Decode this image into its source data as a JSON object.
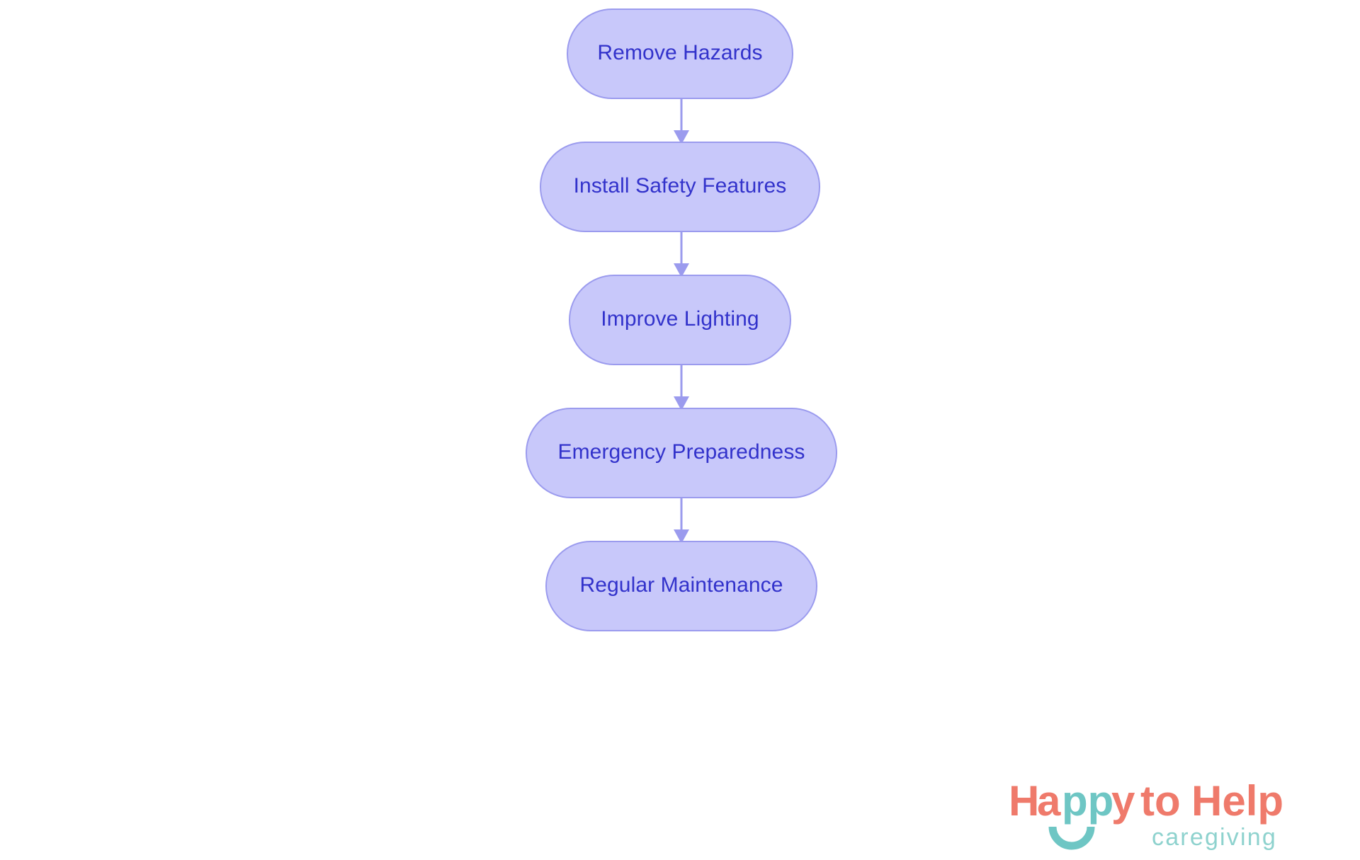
{
  "diagram": {
    "type": "flowchart",
    "orientation": "top-to-bottom",
    "background_color": "#ffffff",
    "node_fill": "#c8c8fa",
    "node_border": "#9b9bee",
    "node_text_color": "#3232cb",
    "edge_color": "#9b9bee",
    "nodes": [
      {
        "id": "n1",
        "label": "Remove Hazards"
      },
      {
        "id": "n2",
        "label": "Install Safety Features"
      },
      {
        "id": "n3",
        "label": "Improve Lighting"
      },
      {
        "id": "n4",
        "label": "Emergency Preparedness"
      },
      {
        "id": "n5",
        "label": "Regular Maintenance"
      }
    ],
    "edges": [
      {
        "from": "n1",
        "to": "n2"
      },
      {
        "from": "n2",
        "to": "n3"
      },
      {
        "from": "n3",
        "to": "n4"
      },
      {
        "from": "n4",
        "to": "n5"
      }
    ]
  },
  "logo": {
    "word_happy_h": "H",
    "word_happy_a": "a",
    "word_happy_pp": "pp",
    "word_happy_y": "y",
    "word_to": "to",
    "word_help": "Help",
    "tagline": "caregiving",
    "primary_color": "#ef7a6b",
    "accent_color": "#6ec6c4",
    "tagline_color": "#8ed2ce"
  }
}
